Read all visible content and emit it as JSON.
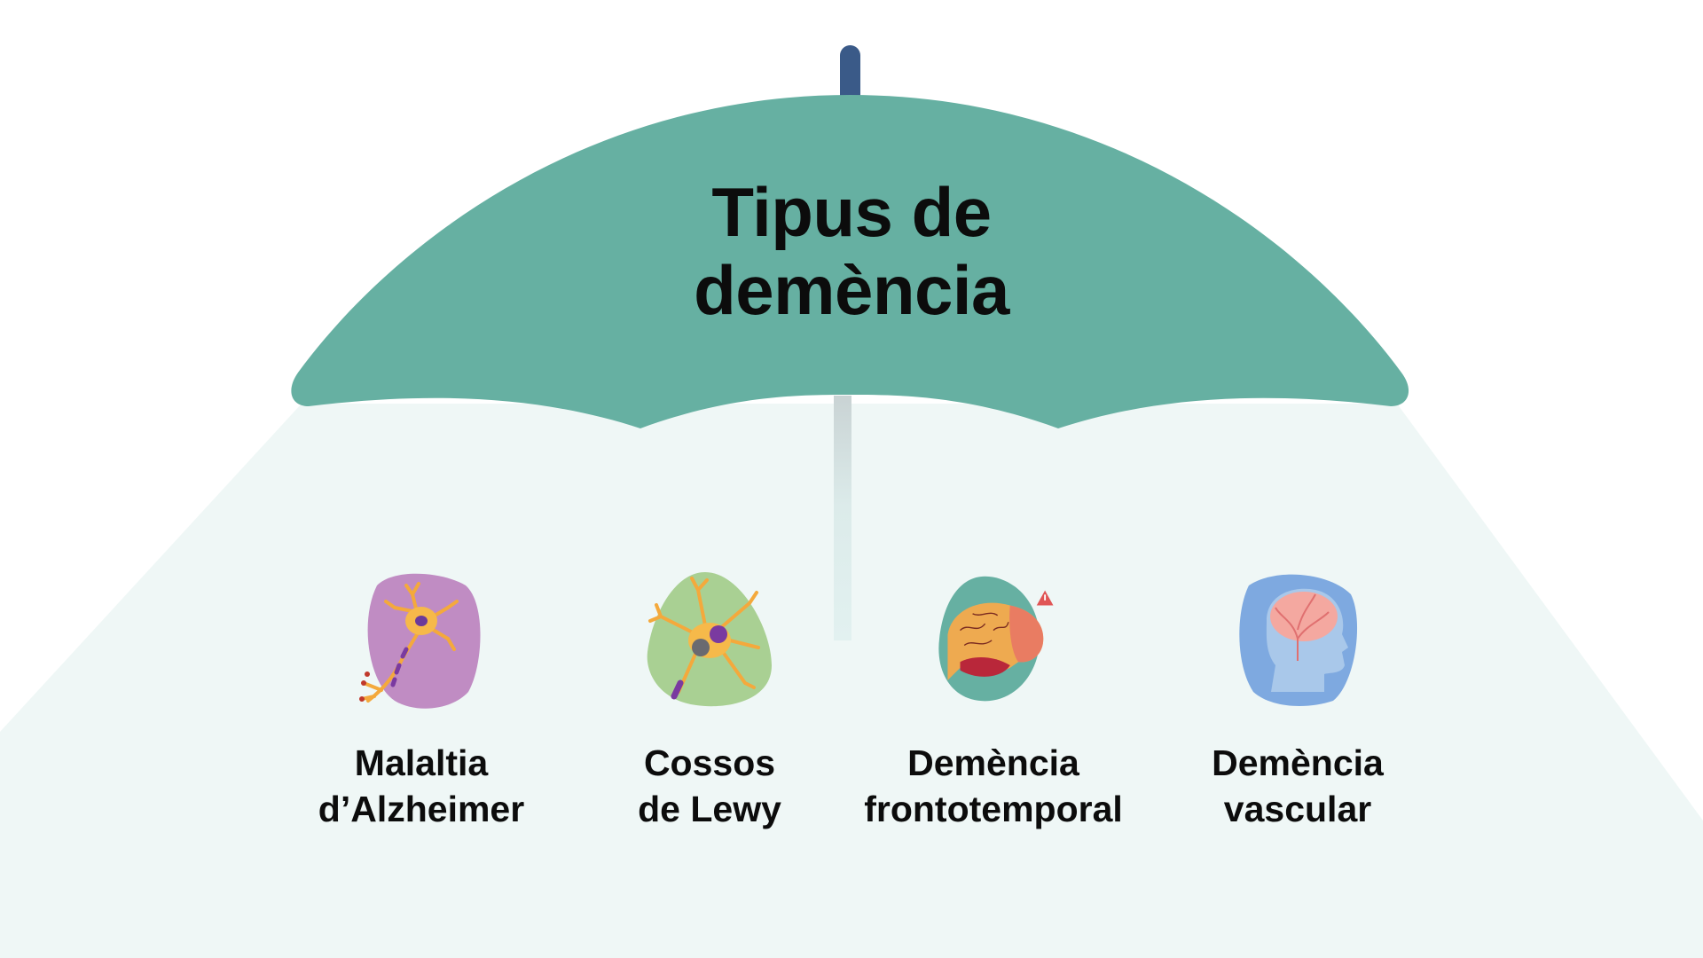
{
  "title": {
    "line1": "Tipus de",
    "line2": "demència"
  },
  "colors": {
    "umbrella_canopy": "#66b0a2",
    "umbrella_knob": "#3a5a88",
    "light_cone": "#eff7f6",
    "background": "#ffffff",
    "text": "#0c0c0c"
  },
  "types": [
    {
      "line1": "Malaltia",
      "line2": "d’Alzheimer",
      "icon": "neuron-alzheimer-icon",
      "blob_color": "#c08cc3"
    },
    {
      "line1": "Cossos",
      "line2": "de Lewy",
      "icon": "neuron-lewy-bodies-icon",
      "blob_color": "#a9d093"
    },
    {
      "line1": "Demència",
      "line2": "frontotemporal",
      "icon": "brain-frontotemporal-warning-icon",
      "blob_color": "#66b0a2"
    },
    {
      "line1": "Demència",
      "line2": "vascular",
      "icon": "head-brain-vascular-icon",
      "blob_color": "#7ea9e0"
    }
  ]
}
